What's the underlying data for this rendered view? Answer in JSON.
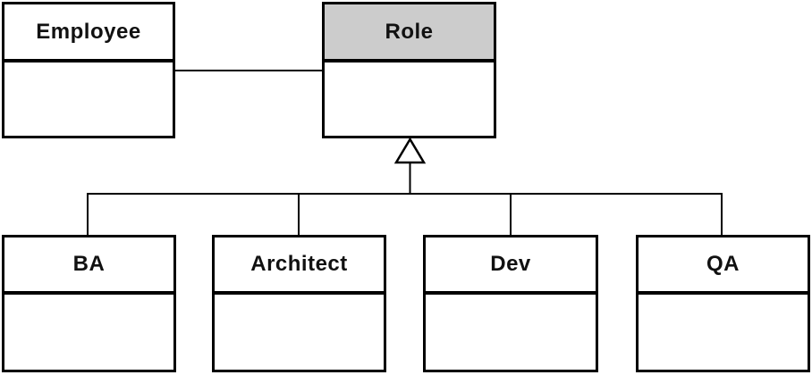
{
  "colors": {
    "background": "#ffffff",
    "box_fill": "#ffffff",
    "role_header_fill": "#cccccc",
    "line_color": "#000000",
    "text_color": "#111111"
  },
  "classes": {
    "employee": {
      "name": "Employee"
    },
    "role": {
      "name": "Role"
    },
    "ba": {
      "name": "BA"
    },
    "architect": {
      "name": "Architect"
    },
    "dev": {
      "name": "Dev"
    },
    "qa": {
      "name": "QA"
    }
  },
  "relationships": [
    {
      "type": "association",
      "from": "employee",
      "to": "role"
    },
    {
      "type": "generalization",
      "from": "ba",
      "to": "role"
    },
    {
      "type": "generalization",
      "from": "architect",
      "to": "role"
    },
    {
      "type": "generalization",
      "from": "dev",
      "to": "role"
    },
    {
      "type": "generalization",
      "from": "qa",
      "to": "role"
    }
  ]
}
